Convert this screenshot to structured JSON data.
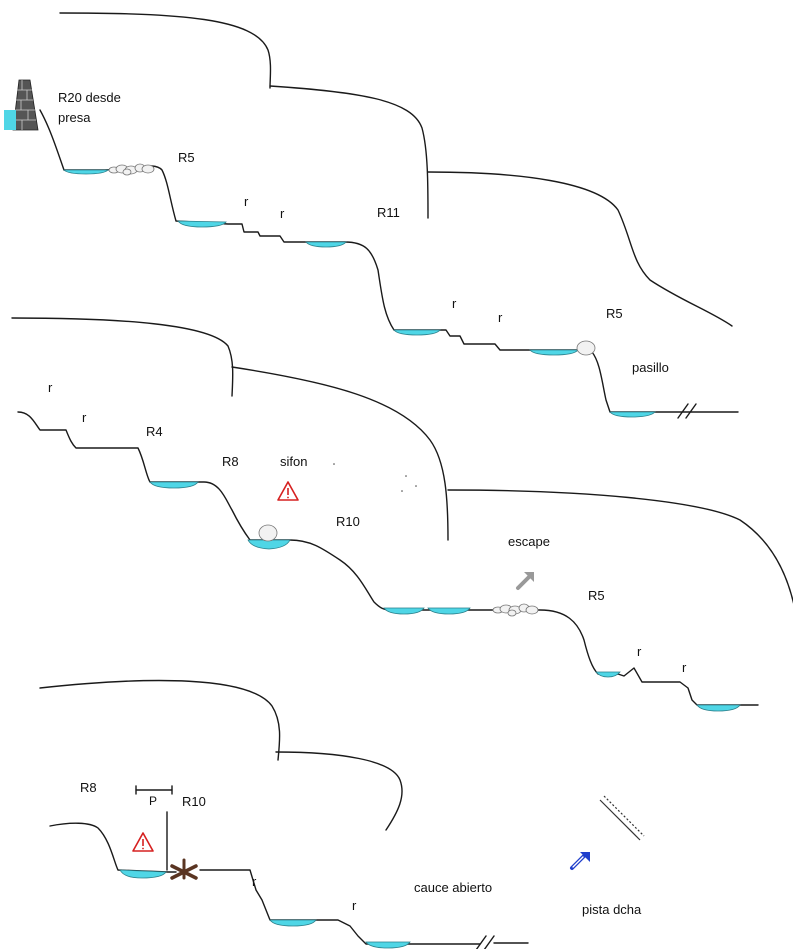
{
  "colors": {
    "line": "#1a1a1a",
    "water": "#4fd6e6",
    "warning": "#d62020",
    "escape_arrow": "#999999",
    "access_arrow": "#1f3fcc",
    "dam_bricks": "#555555",
    "rock": "#f2f2f2"
  },
  "icons": [
    "dam-icon",
    "boulder-icon",
    "warning-icon",
    "escape-arrow-icon",
    "access-arrow-icon",
    "blocked-icon",
    "end-break-icon"
  ],
  "labels": {
    "s1_start_line1": "R20 desde",
    "s1_start_line2": "presa",
    "s1_r5": "R5",
    "s1_r_a": "r",
    "s1_r_b": "r",
    "s1_r11": "R11",
    "s1_r_c": "r",
    "s1_r_d": "r",
    "s1_r5_end": "R5",
    "s1_pasillo": "pasillo",
    "s2_r_a": "r",
    "s2_r_b": "r",
    "s2_r4": "R4",
    "s2_r8": "R8",
    "s2_sifon": "sifon",
    "s2_r10": "R10",
    "s2_escape": "escape",
    "s2_r5": "R5",
    "s2_r_c": "r",
    "s2_r_d": "r",
    "s3_r8": "R8",
    "s3_p": "P",
    "s3_r10": "R10",
    "s3_r_a": "r",
    "s3_r_b": "r",
    "s3_cauce": "cauce abierto",
    "s3_pista": "pista dcha"
  }
}
